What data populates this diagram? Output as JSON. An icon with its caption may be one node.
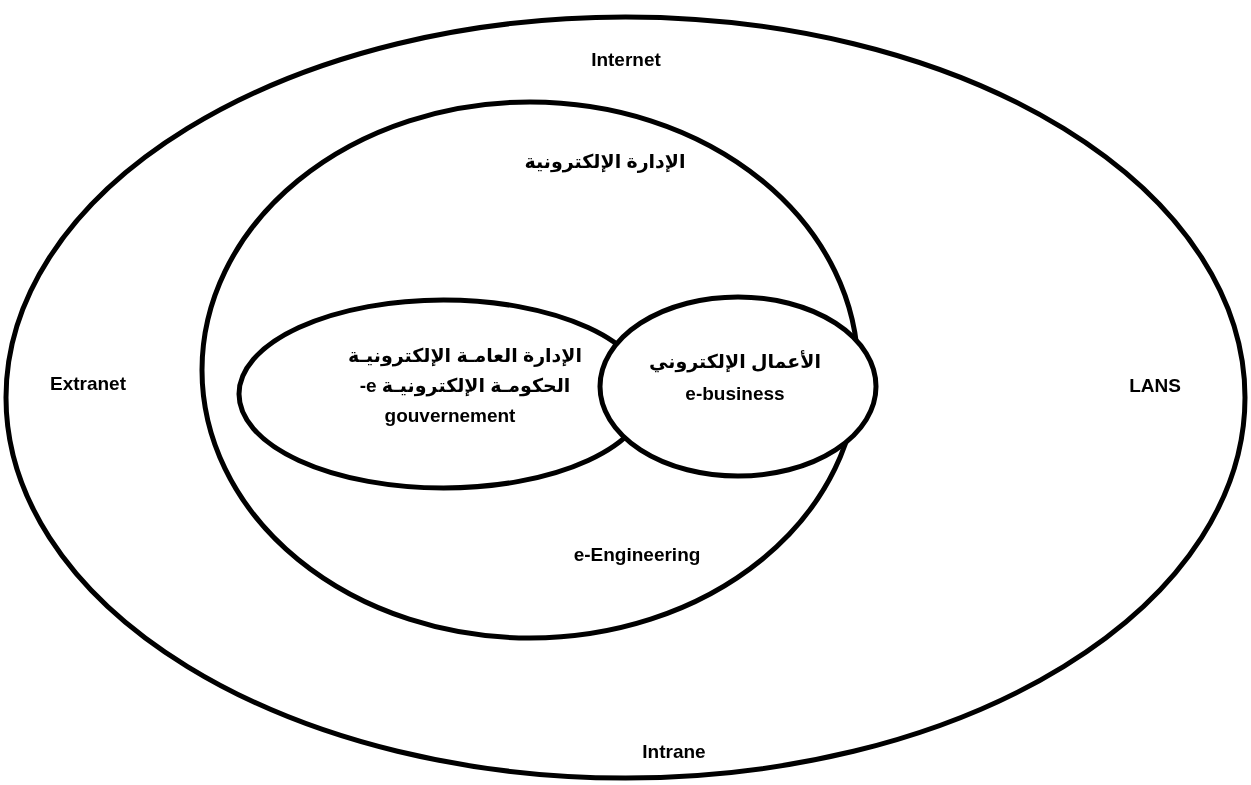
{
  "diagram": {
    "nodes": [
      {
        "text": [
          "Internet",
          "Extranet",
          "LANS",
          "Intrane"
        ]
      },
      {
        "text": [
          "الإدارة الإلكترونية",
          "e-Engineering"
        ],
        "in": 0
      },
      {
        "text": [
          "الإدارة العامـة الإلكترونيـة",
          "الحكومـة الإلكترونيـة e-",
          "gouvernement"
        ],
        "in": 1
      },
      {
        "text": [
          "الأعمال الإلكتروني",
          "e-business"
        ],
        "in": 1
      }
    ],
    "edges": []
  }
}
